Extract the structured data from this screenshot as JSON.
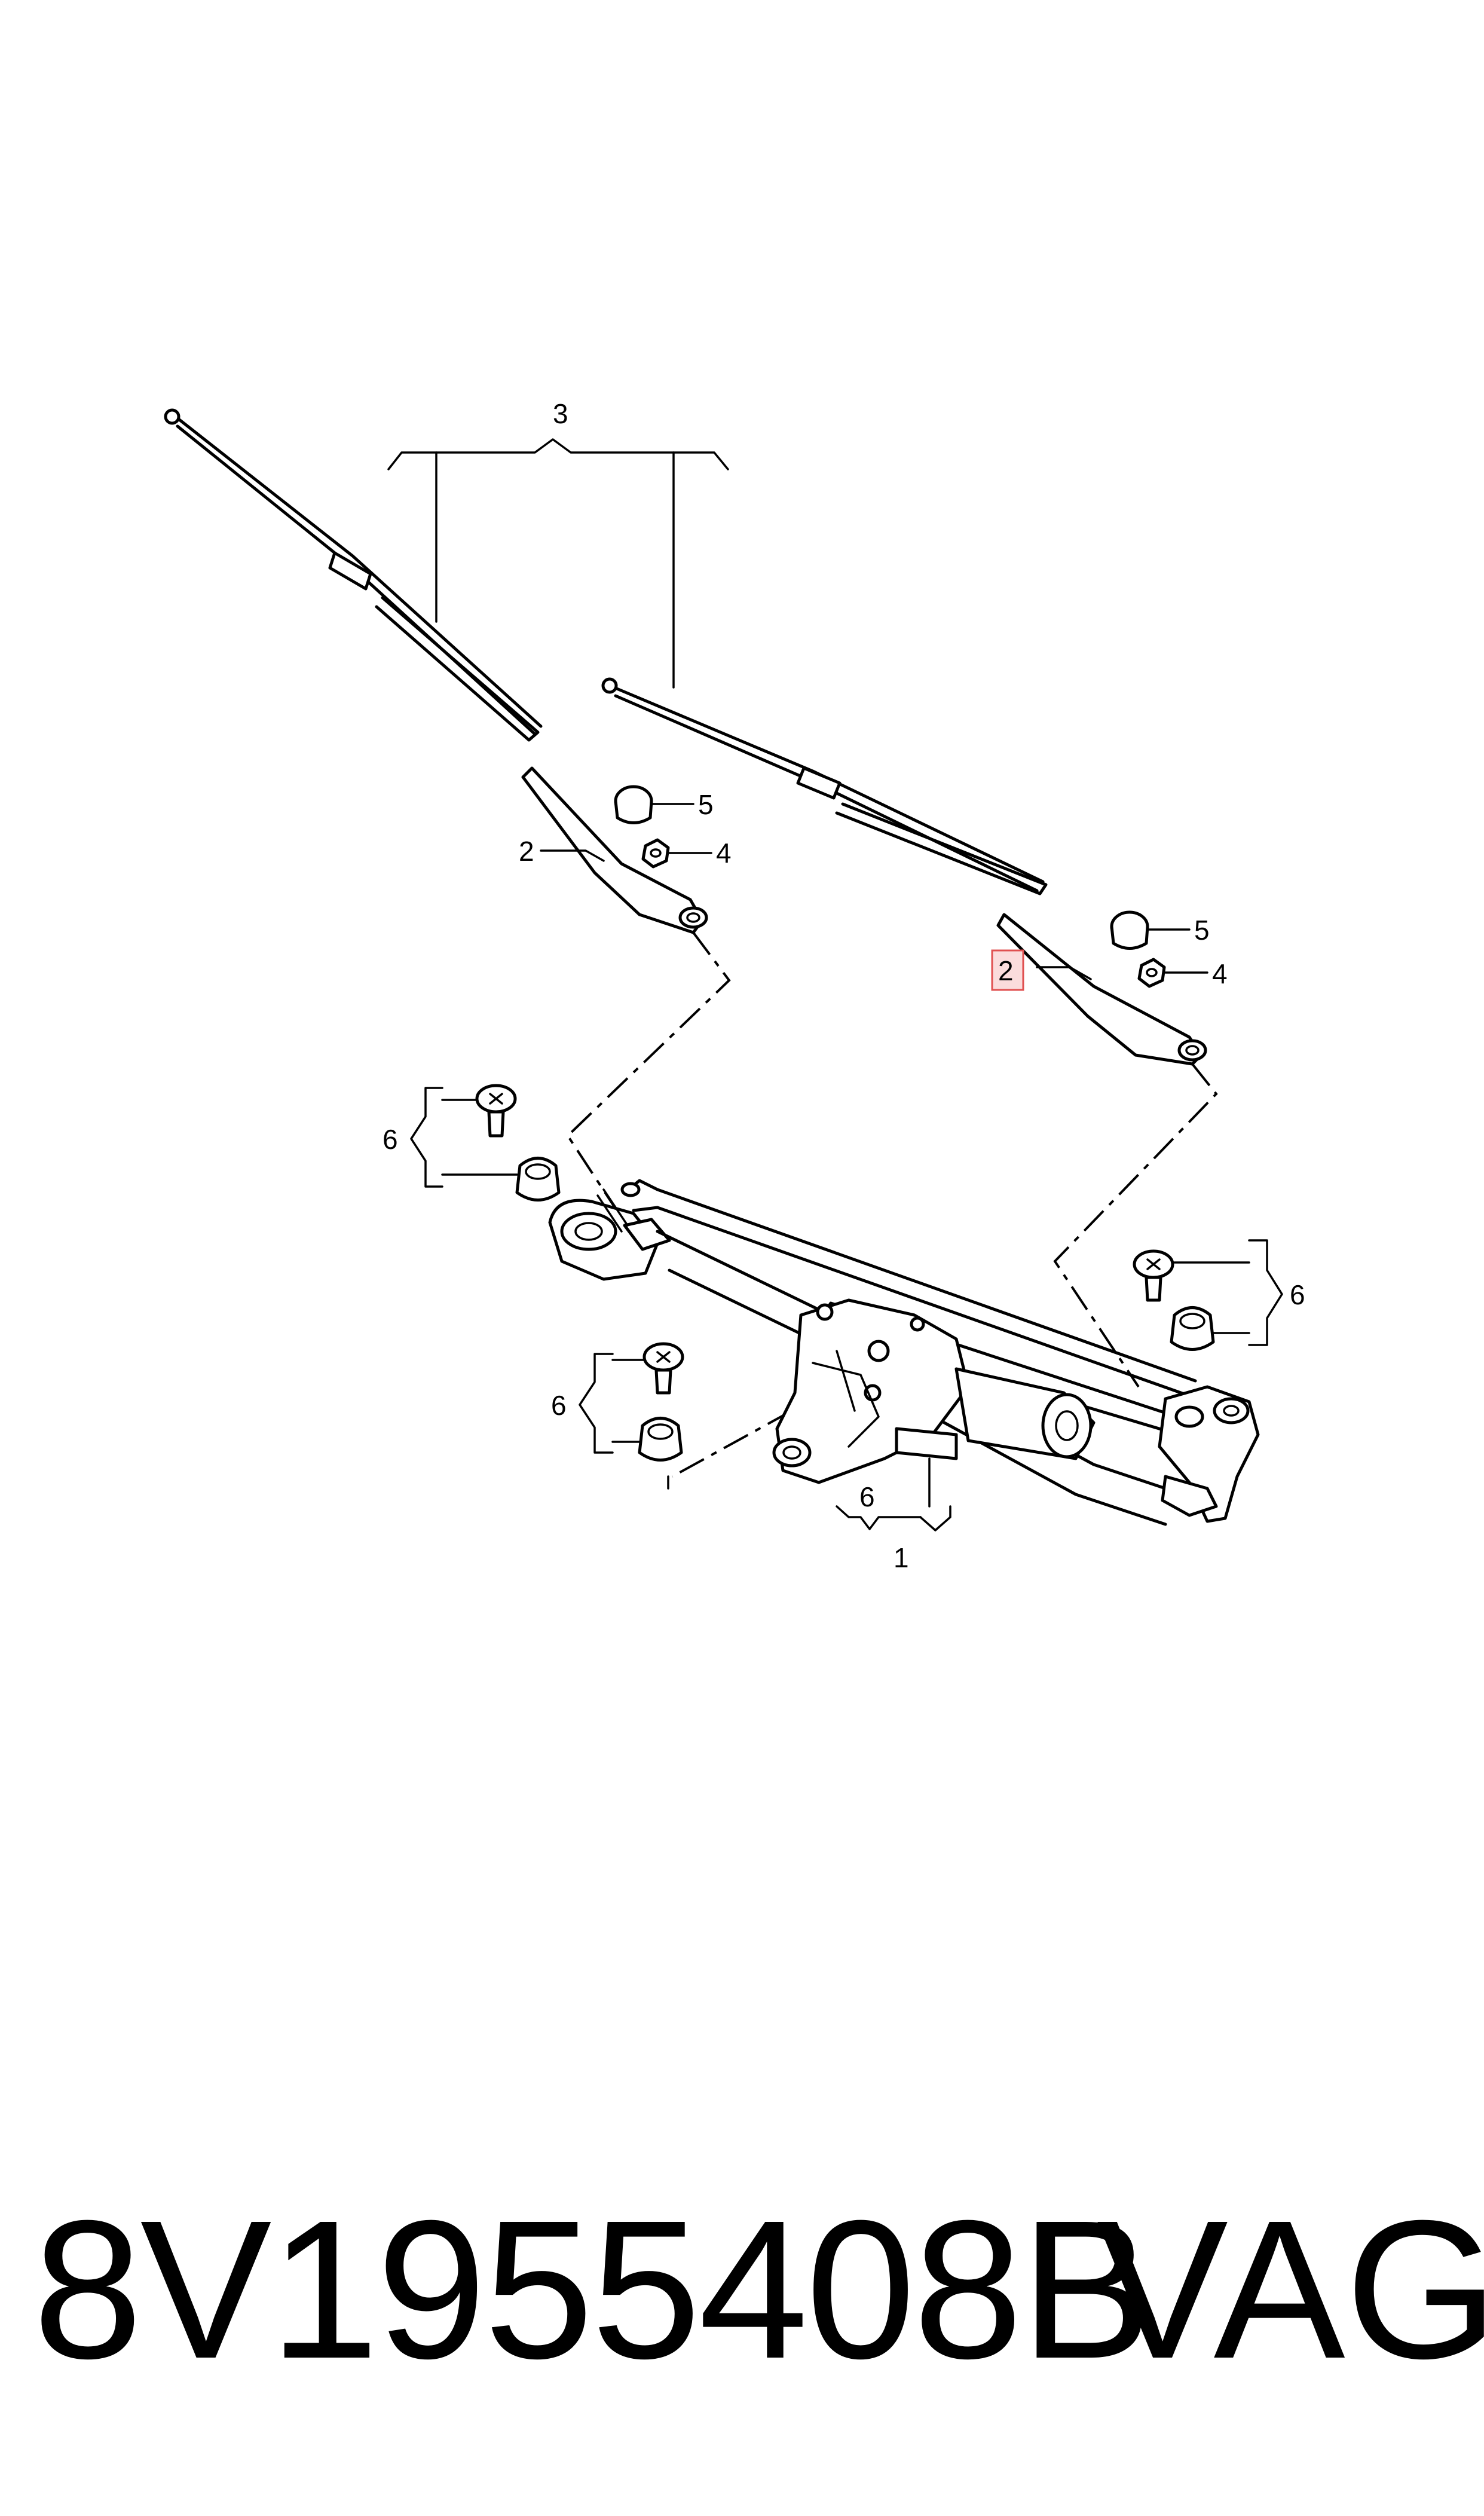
{
  "diagram": {
    "callouts": [
      {
        "id": "c1",
        "text": "1"
      },
      {
        "id": "c2a",
        "text": "2"
      },
      {
        "id": "c2b",
        "text": "2",
        "highlighted": true
      },
      {
        "id": "c3",
        "text": "3"
      },
      {
        "id": "c4a",
        "text": "4"
      },
      {
        "id": "c4b",
        "text": "4"
      },
      {
        "id": "c5a",
        "text": "5"
      },
      {
        "id": "c5b",
        "text": "5"
      },
      {
        "id": "c6a",
        "text": "6"
      },
      {
        "id": "c6b",
        "text": "6"
      },
      {
        "id": "c6c",
        "text": "6"
      },
      {
        "id": "c6d",
        "text": "6"
      }
    ],
    "highlight_color": "#e05050"
  },
  "footer": {
    "part_number": "8V1955408B",
    "brand": "VAG"
  }
}
